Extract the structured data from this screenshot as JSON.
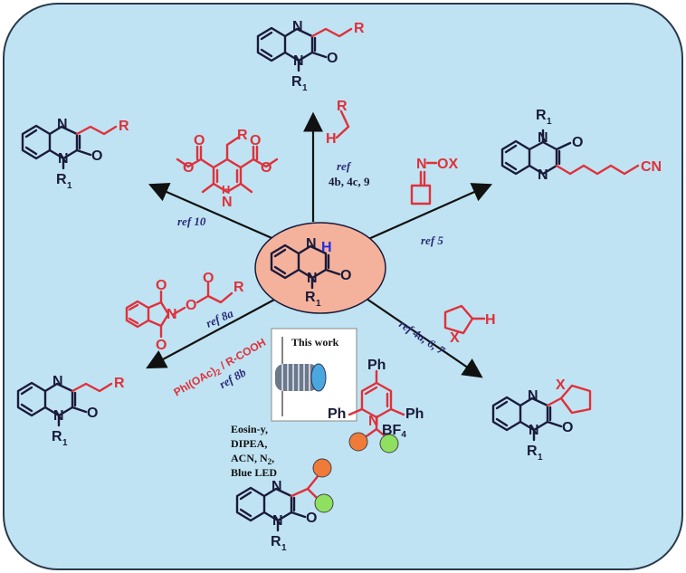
{
  "labels": {
    "N": "N",
    "O": "O",
    "R": "R",
    "R1": "R",
    "sub1": "1",
    "H": "H",
    "CN": "CN",
    "OX": "OX",
    "X": "X",
    "NH": "N",
    "Ph": "Ph",
    "BF4": "BF",
    "sub4": "4"
  },
  "refs": {
    "top_ref": "ref",
    "top_nums": "4b, 4c, 9",
    "left_ref": "ref 10",
    "right_ref": "ref 5",
    "ref8a": "ref 8a",
    "ref8b": "ref 8b",
    "ref4a": "ref 4a, 6, 7"
  },
  "reagent": {
    "line1": "PhI(OAc)",
    "sub2": "2",
    "line2": " / R-COOH"
  },
  "this_work": {
    "title": "This work",
    "cond1": "Eosin-y,",
    "cond2": "DIPEA,",
    "cond3": "ACN, N",
    "cond3_sub": "2",
    "cond3_end": ",",
    "cond4": "Blue LED"
  },
  "colors": {
    "background": "#bfe3f2",
    "center_oval": "#f4b29c",
    "reagent_red": "#e0303a",
    "ball_orange": "#f07a3a",
    "ball_green": "#8fe060"
  }
}
